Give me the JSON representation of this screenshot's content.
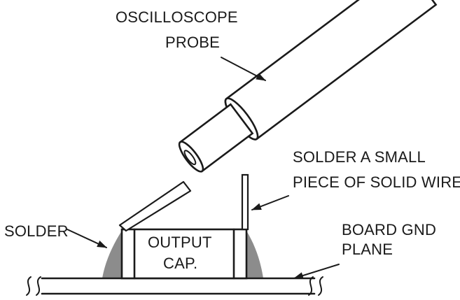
{
  "labels": {
    "probe_line1": "OSCILLOSCOPE",
    "probe_line2": "PROBE",
    "wire_line1": "SOLDER A SMALL",
    "wire_line2": "PIECE OF SOLID WIRE",
    "solder": "SOLDER",
    "cap_line1": "OUTPUT",
    "cap_line2": "CAP.",
    "gnd_line1": "BOARD GND",
    "gnd_line2": "PLANE"
  },
  "colors": {
    "ink": "#1a1a1a",
    "solder": "#8c8c8c",
    "background": "#ffffff"
  }
}
